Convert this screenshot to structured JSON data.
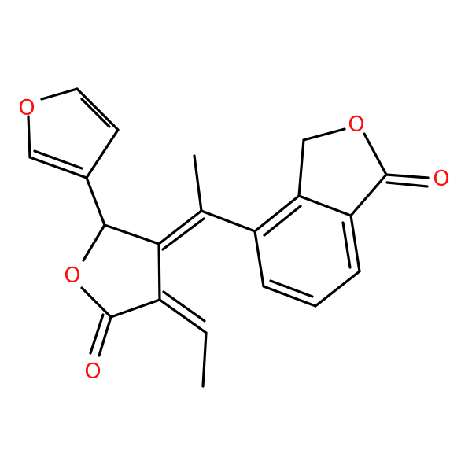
{
  "molecule": {
    "colors": {
      "carbon_bond": "#000000",
      "oxygen": "#ff0d0d",
      "background": "#ffffff"
    },
    "atoms": [
      {
        "id": "o_furan",
        "element": "O",
        "label": "O"
      },
      {
        "id": "o_lactone_ring",
        "element": "O",
        "label": "O"
      },
      {
        "id": "o_lactone_carbonyl",
        "element": "O",
        "label": "O"
      },
      {
        "id": "o_phthalide_ring",
        "element": "O",
        "label": "O"
      },
      {
        "id": "o_phthalide_carbonyl",
        "element": "O",
        "label": "O"
      }
    ]
  }
}
